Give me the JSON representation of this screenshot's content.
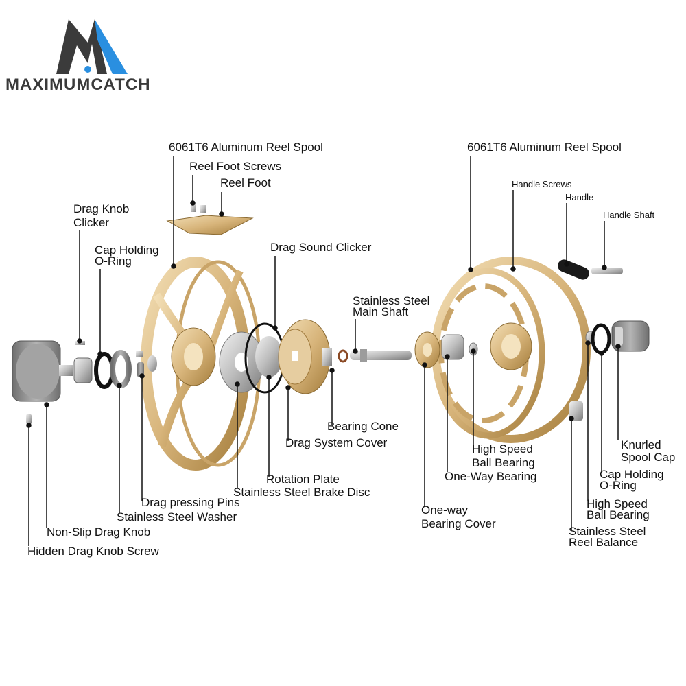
{
  "brand": {
    "name": "MAXIMUMCATCH",
    "logo_icon": "maximumcatch-m-logo",
    "colors": {
      "dark": "#3b3b3b",
      "blue": "#2a8fe0"
    }
  },
  "colors": {
    "gold": "#d9b77f",
    "gold_dark": "#a9823f",
    "silver": "#c9c9c9",
    "gunmetal": "#8c8c8c",
    "black": "#151515"
  },
  "labels": {
    "spool_left": "6061T6 Aluminum Reel Spool",
    "reel_foot_screws": "Reel Foot Screws",
    "reel_foot": "Reel Foot",
    "drag_knob_clicker_1": "Drag Knob",
    "drag_knob_clicker_2": "Clicker",
    "cap_oring_left_1": "Cap Holding",
    "cap_oring_left_2": "O-Ring",
    "drag_sound_clicker": "Drag Sound Clicker",
    "main_shaft_1": "Stainless Steel",
    "main_shaft_2": "Main Shaft",
    "bearing_cone": "Bearing Cone",
    "drag_system_cover": "Drag System Cover",
    "rotation_plate": "Rotation Plate",
    "brake_disc": "Stainless Steel Brake Disc",
    "drag_pressing_pins": "Drag pressing Pins",
    "steel_washer": "Stainless  Steel Washer",
    "nonslip_knob": "Non-Slip Drag Knob",
    "hidden_screw": "Hidden Drag Knob Screw",
    "spool_right": "6061T6 Aluminum Reel Spool",
    "handle_screws": "Handle Screws",
    "handle": "Handle",
    "handle_shaft": "Handle Shaft",
    "hs_bearing_1_l1": "High Speed",
    "hs_bearing_1_l2": "Ball Bearing",
    "oneway_bearing": "One-Way Bearing",
    "oneway_cover_1": "One-way",
    "oneway_cover_2": "Bearing Cover",
    "knurled_cap_1": "Knurled",
    "knurled_cap_2": "Spool Cap",
    "cap_oring_right_1": "Cap Holding",
    "cap_oring_right_2": "O-Ring",
    "hs_bearing_2_l1": "High Speed",
    "hs_bearing_2_l2": "Ball Bearing",
    "reel_balance_1": "Stainless Steel",
    "reel_balance_2": "Reel Balance"
  }
}
